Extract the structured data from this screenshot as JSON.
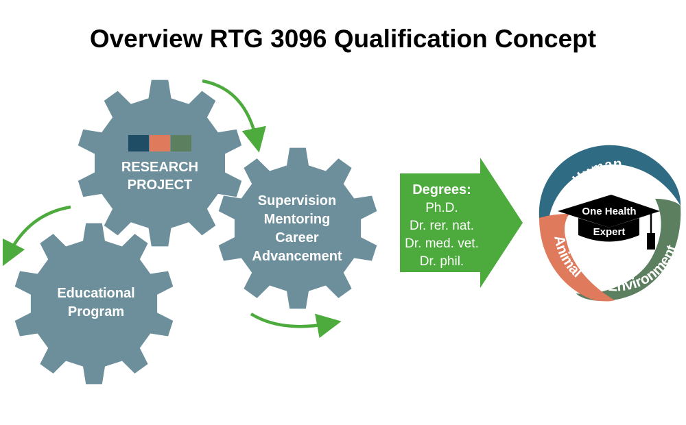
{
  "title": "Overview RTG 3096 Qualification Concept",
  "colors": {
    "gear": "#6d8f9b",
    "cycle_arrow": "#4cab3c",
    "degrees_arrow": "#4cab3c",
    "bar_navy": "#1f4d66",
    "bar_orange": "#e07a5c",
    "bar_green": "#5c7f5f",
    "ring_human": "#2f6b82",
    "ring_environment": "#5c7f5f",
    "ring_animal": "#e07a5c",
    "cap": "#000000"
  },
  "gears": {
    "research": {
      "line1": "RESEARCH",
      "line2": "PROJECT"
    },
    "supervision": {
      "line1": "Supervision",
      "line2": "Mentoring",
      "line3": "Career",
      "line4": "Advancement"
    },
    "educational": {
      "line1": "Educational",
      "line2": "Program"
    }
  },
  "degrees": {
    "heading": "Degrees:",
    "items": [
      "Ph.D.",
      "Dr. rer. nat.",
      "Dr. med. vet.",
      "Dr. phil."
    ]
  },
  "one_health": {
    "human": "Human",
    "environment": "Environment",
    "animal": "Animal",
    "cap_line1": "One Health",
    "cap_line2": "Expert"
  }
}
